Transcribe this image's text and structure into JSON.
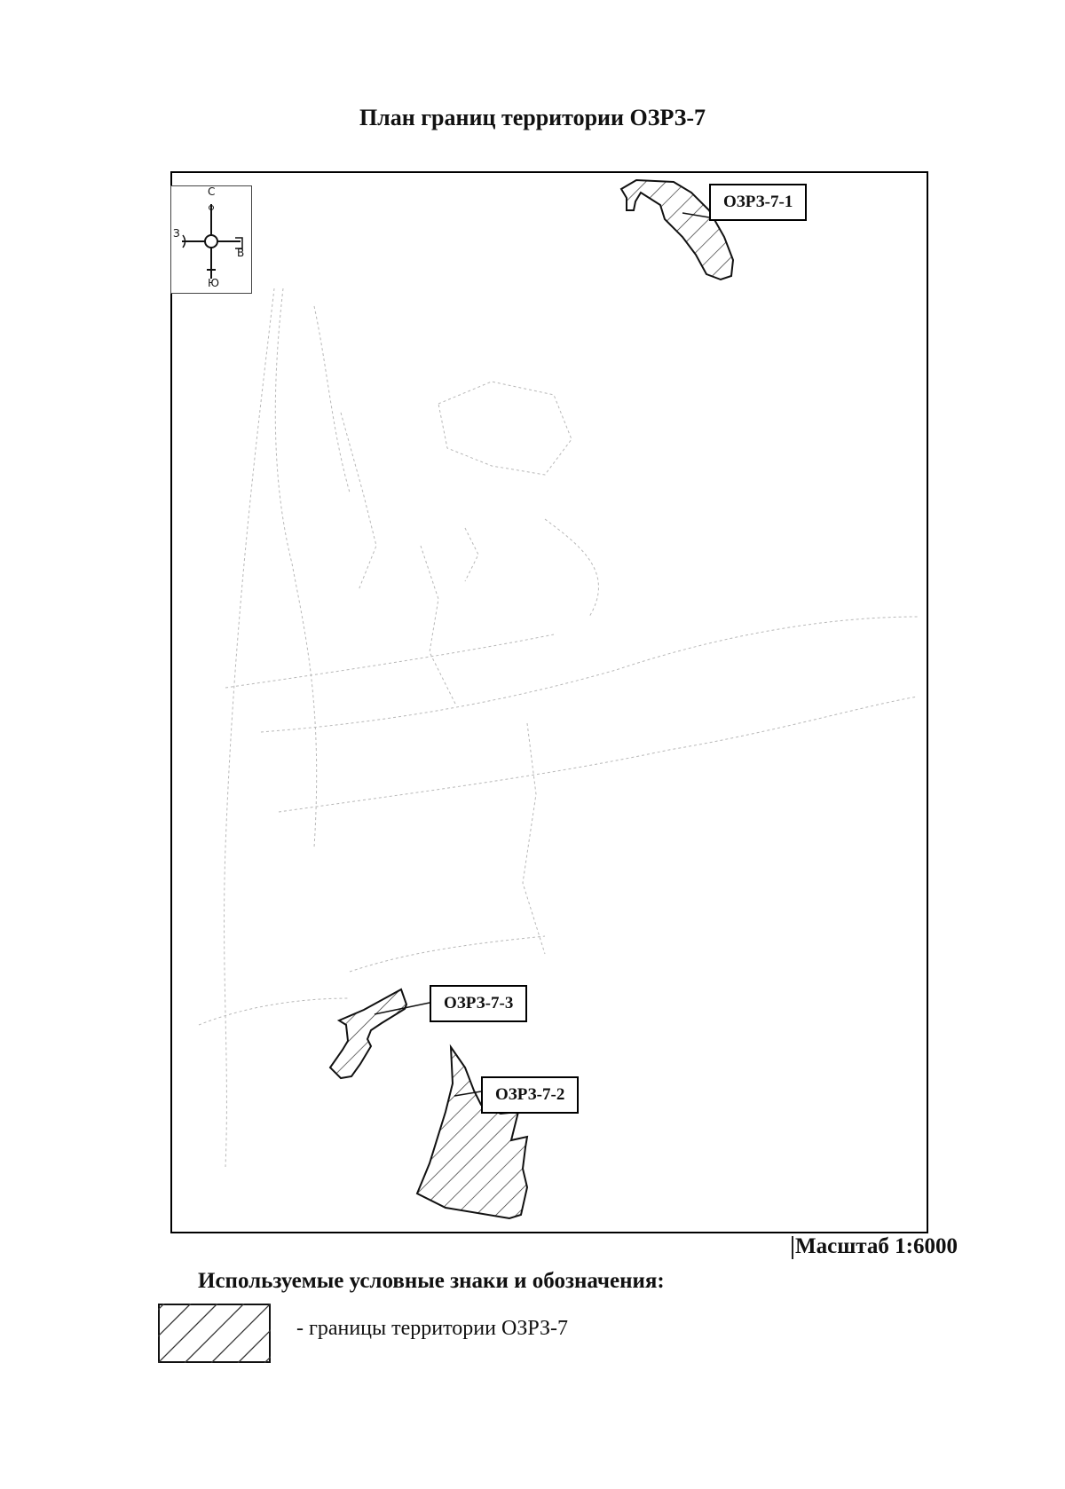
{
  "title": "План границ территории ОЗРЗ-7",
  "map": {
    "compass": {
      "north": "С",
      "south": "Ю",
      "west": "З",
      "east": "В"
    },
    "zones": [
      {
        "id": "zone-1",
        "label": "ОЗРЗ-7-1"
      },
      {
        "id": "zone-2",
        "label": "ОЗРЗ-7-2"
      },
      {
        "id": "zone-3",
        "label": "ОЗРЗ-7-3"
      }
    ]
  },
  "scale": "Масштаб 1:6000",
  "legend": {
    "title": "Используемые условные знаки и обозначения:",
    "items": [
      {
        "symbol": "diagonal-hatch",
        "text": "- границы территории ОЗРЗ-7"
      }
    ]
  }
}
